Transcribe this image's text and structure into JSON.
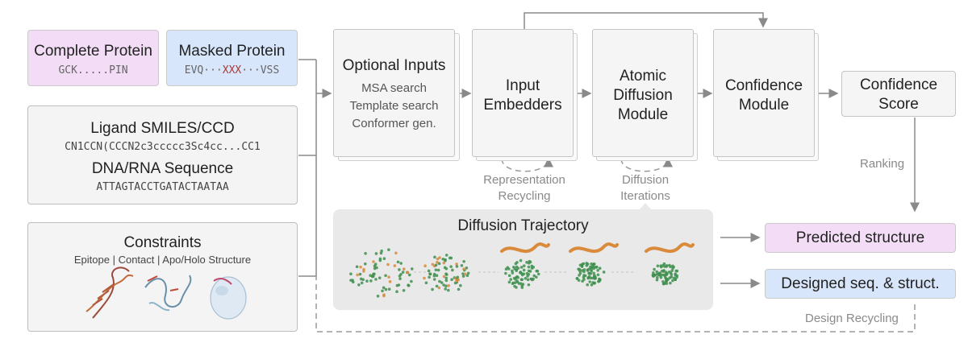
{
  "inputs": {
    "complete_protein": {
      "title": "Complete Protein",
      "seq": "GCK.....PIN"
    },
    "masked_protein": {
      "title": "Masked Protein",
      "seq_prefix": "EVQ···",
      "seq_mask": "XXX",
      "seq_suffix": "···VSS"
    },
    "ligand": {
      "title": "Ligand SMILES/CCD",
      "value": "CN1CCN(CCCN2c3ccccc3Sc4cc...CC1"
    },
    "dna_rna": {
      "title": "DNA/RNA Sequence",
      "value": "ATTAGTACCTGATACTAATAA"
    },
    "constraints": {
      "title": "Constraints",
      "subtitle": "Epitope | Contact | Apo/Holo Structure"
    }
  },
  "modules": {
    "optional_inputs": {
      "title": "Optional Inputs",
      "lines": [
        "MSA search",
        "Template search",
        "Conformer gen."
      ]
    },
    "input_embedders": {
      "line1": "Input",
      "line2": "Embedders"
    },
    "atomic_diffusion": {
      "line1": "Atomic",
      "line2": "Diffusion",
      "line3": "Module"
    },
    "confidence_module": {
      "line1": "Confidence",
      "line2": "Module"
    },
    "confidence_score": {
      "line1": "Confidence",
      "line2": "Score"
    }
  },
  "loops": {
    "representation_recycling": {
      "line1": "Representation",
      "line2": "Recycling"
    },
    "diffusion_iterations": {
      "line1": "Diffusion",
      "line2": "Iterations"
    },
    "ranking": "Ranking",
    "design_recycling": "Design Recycling"
  },
  "trajectory": {
    "title": "Diffusion Trajectory"
  },
  "outputs": {
    "predicted_structure": "Predicted structure",
    "designed": "Designed seq. & struct."
  },
  "colors": {
    "complete_protein_bg": "#f3dcf5",
    "masked_protein_bg": "#d8e6fb",
    "predicted_bg": "#f3dcf5",
    "designed_bg": "#d8e6fb",
    "mask_red": "#a63a3a",
    "protein_green": "#3f8f4f",
    "dna_orange": "#d98a3a",
    "arrow_gray": "#8a8a8a"
  }
}
